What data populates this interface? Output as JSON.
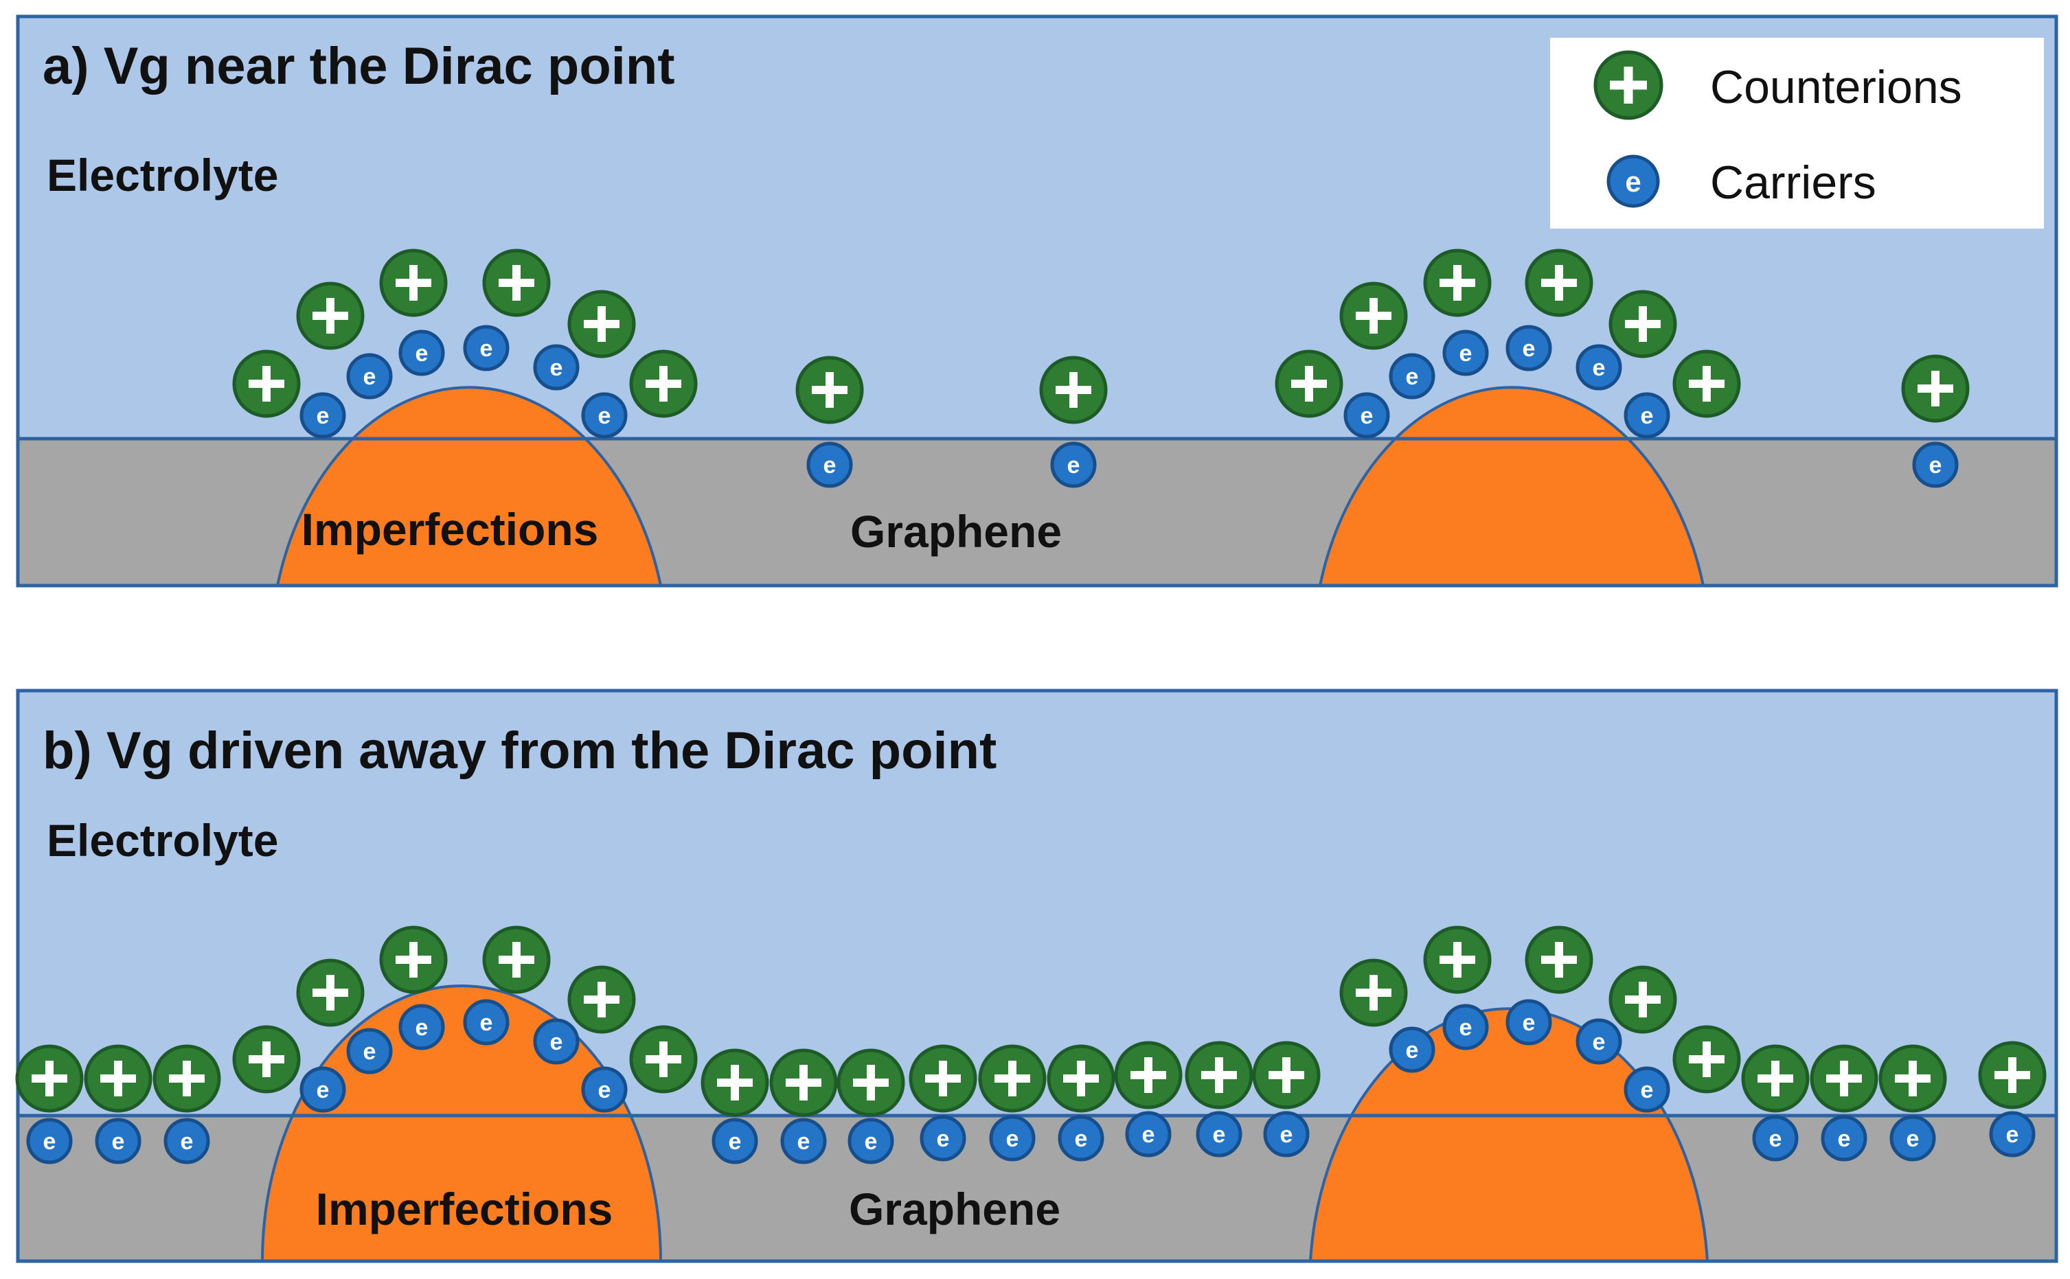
{
  "colors": {
    "electrolyte": "#adc7e8",
    "graphene": "#a6a6a6",
    "imperfection": "#fb7d20",
    "border": "#2d62a3",
    "counterion": "#2e7d32",
    "counterion_ring": "#1e5c27",
    "carrier": "#2475c8",
    "carrier_ring": "#174e8c",
    "legend_bg": "#ffffff"
  },
  "legend": {
    "counterions_label": "Counterions",
    "carriers_label": "Carriers",
    "counterion_icon": "plus-circle-icon",
    "carrier_icon": "e-circle-icon"
  },
  "carrier_symbol": "e",
  "panels": [
    {
      "id": "a",
      "title": "a) Vg near the Dirac point",
      "electrolyte_label": "Electrolyte",
      "imperfections_label": "Imperfections",
      "graphene_label": "Graphene"
    },
    {
      "id": "b",
      "title": "b) Vg driven away from the Dirac point",
      "electrolyte_label": "Electrolyte",
      "imperfections_label": "Imperfections",
      "graphene_label": "Graphene"
    }
  ]
}
